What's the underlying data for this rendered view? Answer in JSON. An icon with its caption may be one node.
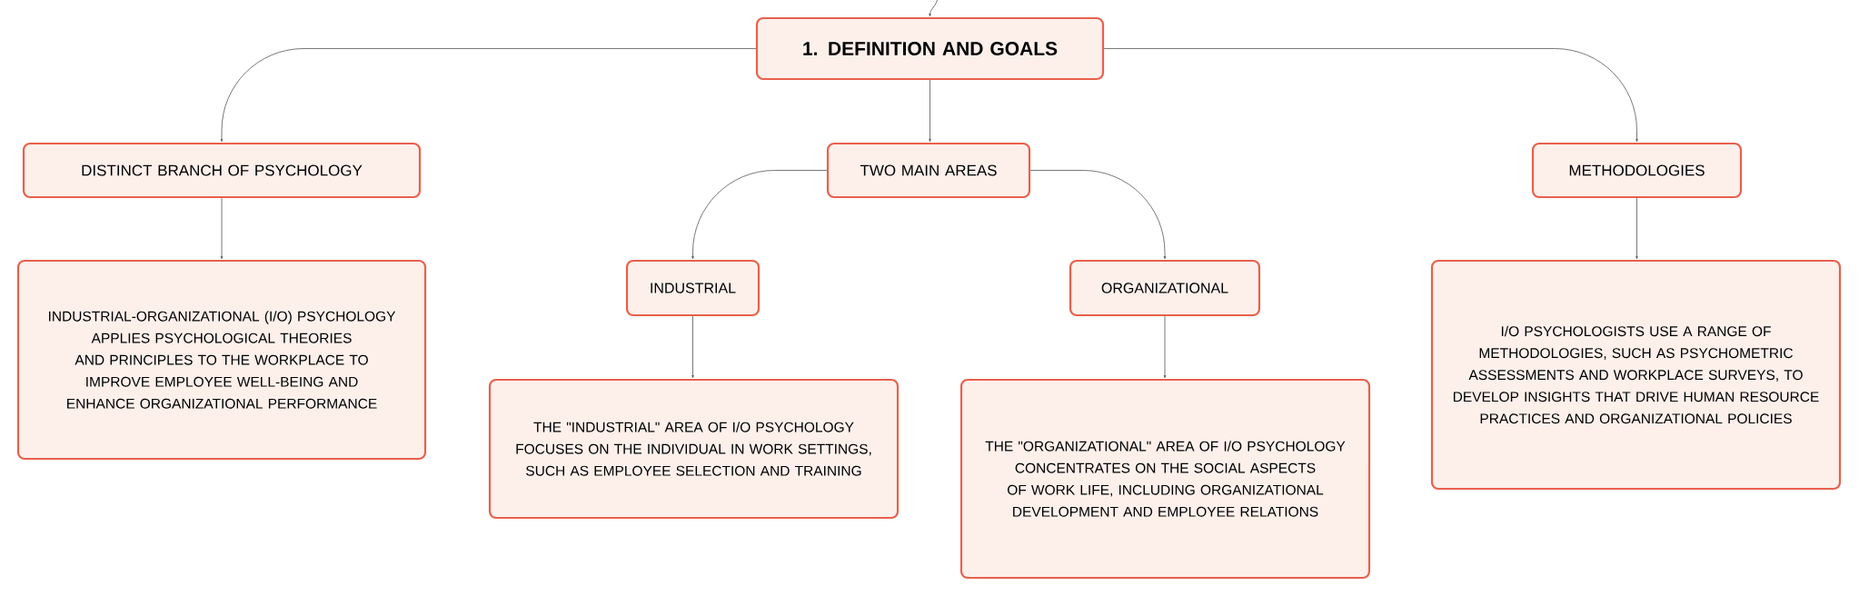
{
  "diagram": {
    "nodes": [
      {
        "text": [
          "1. DEFINITION AND GOALS"
        ]
      },
      {
        "text": [
          "DISTINCT BRANCH OF PSYCHOLOGY"
        ]
      },
      {
        "text": [
          "TWO MAIN AREAS"
        ]
      },
      {
        "text": [
          "METHODOLOGIES"
        ]
      },
      {
        "text": [
          "INDUSTRIAL-ORGANIZATIONAL (I/O) PSYCHOLOGY APPLIES PSYCHOLOGICAL THEORIES AND PRINCIPLES TO THE WORKPLACE TO IMPROVE EMPLOYEE WELL-BEING AND ENHANCE ORGANIZATIONAL PERFORMANCE"
        ]
      },
      {
        "text": [
          "INDUSTRIAL"
        ]
      },
      {
        "text": [
          "ORGANIZATIONAL"
        ]
      },
      {
        "text": [
          "THE \"INDUSTRIAL\" AREA OF I/O PSYCHOLOGY FOCUSES ON THE INDIVIDUAL IN WORK SETTINGS, SUCH AS EMPLOYEE SELECTION AND TRAINING"
        ]
      },
      {
        "text": [
          "THE \"ORGANIZATIONAL\" AREA OF I/O PSYCHOLOGY CONCENTRATES ON THE SOCIAL ASPECTS OF WORK LIFE, INCLUDING ORGANIZATIONAL DEVELOPMENT AND EMPLOYEE RELATIONS"
        ]
      },
      {
        "text": [
          "I/O PSYCHOLOGISTS USE A RANGE OF METHODOLOGIES, SUCH AS PSYCHOMETRIC ASSESSMENTS AND WORKPLACE SURVEYS, TO DEVELOP INSIGHTS THAT DRIVE HUMAN RESOURCE PRACTICES AND ORGANIZATIONAL POLICIES"
        ]
      }
    ],
    "edges": [
      {
        "from": null,
        "to": 0,
        "arrow": "to"
      },
      {
        "from": 0,
        "to": 1,
        "arrow": "to"
      },
      {
        "from": 0,
        "to": 2,
        "arrow": "to"
      },
      {
        "from": 0,
        "to": 3,
        "arrow": "to"
      },
      {
        "from": 1,
        "to": 4,
        "arrow": "to"
      },
      {
        "from": 2,
        "to": 5,
        "arrow": "to"
      },
      {
        "from": 2,
        "to": 6,
        "arrow": "to"
      },
      {
        "from": 5,
        "to": 7,
        "arrow": "to"
      },
      {
        "from": 6,
        "to": 8,
        "arrow": "to"
      },
      {
        "from": 3,
        "to": 9,
        "arrow": "to"
      }
    ]
  }
}
